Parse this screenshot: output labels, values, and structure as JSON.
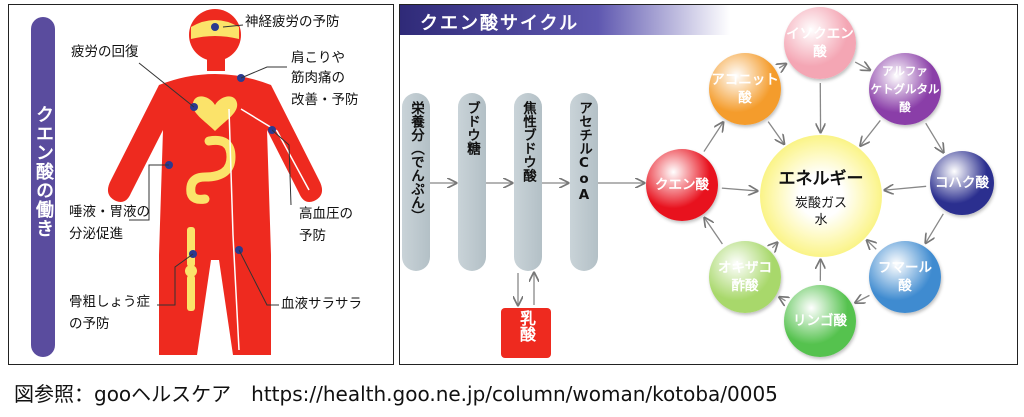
{
  "left": {
    "title": "クエン酸の働き",
    "labels": {
      "nerve": "神経疲労の予防",
      "fatigue": "疲労の回復",
      "shoulder_1": "肩こりや",
      "shoulder_2": "筋肉痛の",
      "shoulder_3": "改善・予防",
      "saliva_1": "唾液・胃液の",
      "saliva_2": "分泌促進",
      "bp_1": "高血圧の",
      "bp_2": "予防",
      "bone_1": "骨粗しょう症",
      "bone_2": "の予防",
      "blood": "血液サラサラ"
    },
    "colors": {
      "body": "#ee2a1f",
      "organs": "#fbe36a",
      "marker": "#2b3a8f",
      "title_bar": "#5a4c9e"
    }
  },
  "right": {
    "title": "クエン酸サイクル",
    "pillars": [
      "栄養分（でんぷん）",
      "ブドウ糖",
      "焦性ブドウ酸",
      "アセチルCoA"
    ],
    "lactic": "乳酸",
    "center": {
      "main": "エネルギー",
      "sub_1": "炭酸ガス",
      "sub_2": "水"
    },
    "circles": [
      {
        "label": "イソクエン\n酸",
        "color": "#f4a6b4"
      },
      {
        "label": "アルファ\nケトグルタル\n酸",
        "color": "#8a3ea8"
      },
      {
        "label": "コハク酸",
        "color": "#2b2f8f"
      },
      {
        "label": "フマール\n酸",
        "color": "#3f8bd0"
      },
      {
        "label": "リンゴ酸",
        "color": "#55c24e"
      },
      {
        "label": "オキザコ\n酢酸",
        "color": "#a8d86b"
      },
      {
        "label": "クエン酸",
        "color": "#e8121e"
      },
      {
        "label": "アコニット\n酸",
        "color": "#f49c2c"
      }
    ]
  },
  "caption": "図参照：gooヘルスケア　https://health.goo.ne.jp/column/woman/kotoba/0005"
}
